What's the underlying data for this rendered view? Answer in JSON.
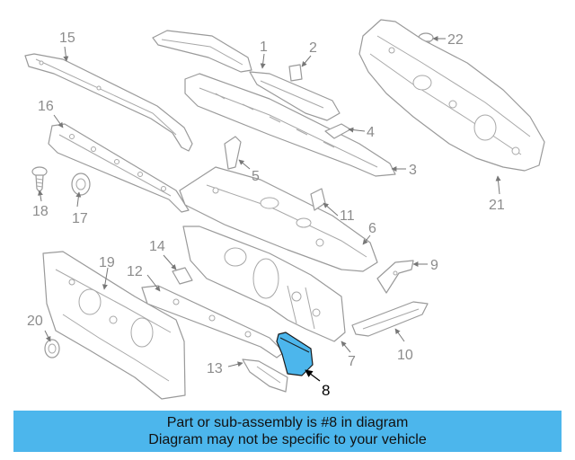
{
  "diagram": {
    "callouts": [
      "1",
      "2",
      "3",
      "4",
      "5",
      "6",
      "7",
      "8",
      "9",
      "10",
      "11",
      "12",
      "13",
      "14",
      "15",
      "16",
      "17",
      "18",
      "19",
      "20",
      "21",
      "22"
    ],
    "highlighted_part": "8",
    "highlight_color": "#4cb6ec",
    "part_stroke_color": "#9a9a9a",
    "label_color": "#8c8c8c"
  },
  "footer": {
    "background": "#4cb6ec",
    "line1": "Part or sub-assembly is #8 in diagram",
    "line2": "Diagram may not be specific to your vehicle"
  }
}
